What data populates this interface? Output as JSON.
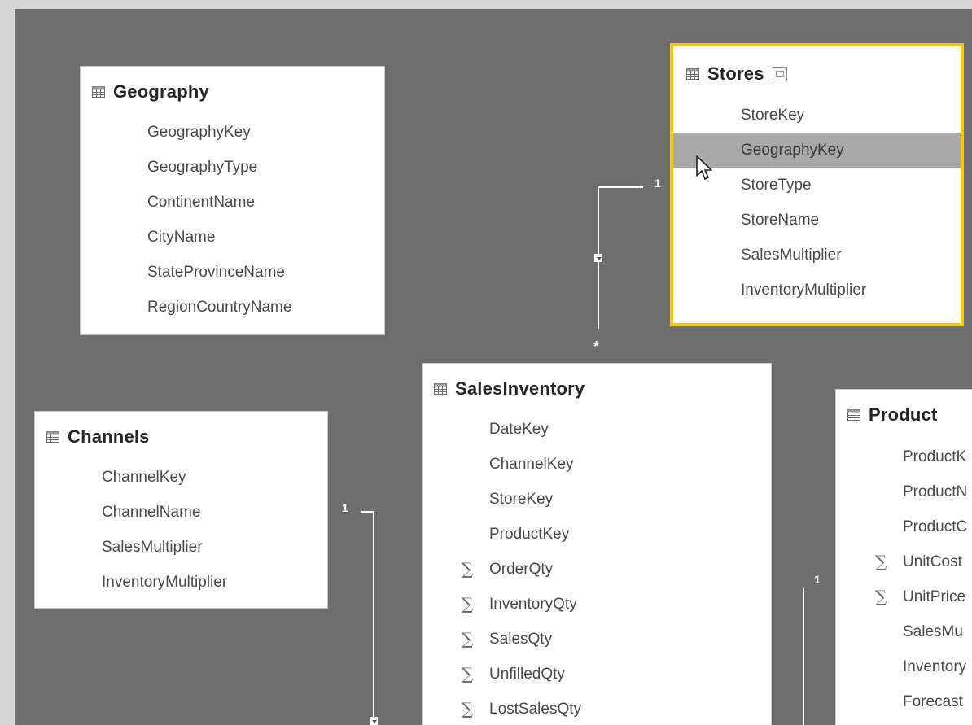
{
  "tables": {
    "geography": {
      "name": "Geography",
      "fields": [
        "GeographyKey",
        "GeographyType",
        "ContinentName",
        "CityName",
        "StateProvinceName",
        "RegionCountryName"
      ]
    },
    "stores": {
      "name": "Stores",
      "selected": true,
      "highlighted_field": "GeographyKey",
      "fields": [
        "StoreKey",
        "GeographyKey",
        "StoreType",
        "StoreName",
        "SalesMultiplier",
        "InventoryMultiplier"
      ]
    },
    "channels": {
      "name": "Channels",
      "fields": [
        "ChannelKey",
        "ChannelName",
        "SalesMultiplier",
        "InventoryMultiplier"
      ]
    },
    "salesinventory": {
      "name": "SalesInventory",
      "fields": [
        {
          "label": "DateKey",
          "sum": false
        },
        {
          "label": "ChannelKey",
          "sum": false
        },
        {
          "label": "StoreKey",
          "sum": false
        },
        {
          "label": "ProductKey",
          "sum": false
        },
        {
          "label": "OrderQty",
          "sum": true
        },
        {
          "label": "InventoryQty",
          "sum": true
        },
        {
          "label": "SalesQty",
          "sum": true
        },
        {
          "label": "UnfilledQty",
          "sum": true
        },
        {
          "label": "LostSalesQty",
          "sum": true
        }
      ]
    },
    "product": {
      "name": "Product",
      "fields": [
        {
          "label": "ProductK",
          "sum": false
        },
        {
          "label": "ProductN",
          "sum": false
        },
        {
          "label": "ProductC",
          "sum": false
        },
        {
          "label": "UnitCost",
          "sum": true
        },
        {
          "label": "UnitPrice",
          "sum": true
        },
        {
          "label": "SalesMu",
          "sum": false
        },
        {
          "label": "Inventory",
          "sum": false
        },
        {
          "label": "Forecast",
          "sum": false
        }
      ]
    }
  },
  "relationships": {
    "stores_sales": {
      "one_label": "1",
      "many_label": "*"
    },
    "channels_sales": {
      "one_label": "1"
    },
    "product_sales": {
      "one_label": "1"
    }
  },
  "colors": {
    "canvas": "#6e6e6e",
    "selection": "#f2c811",
    "highlight_row": "#a9a9a9"
  }
}
